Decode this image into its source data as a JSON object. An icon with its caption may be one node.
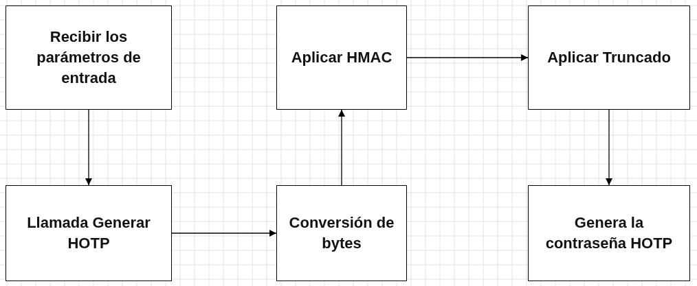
{
  "diagram": {
    "nodes": [
      {
        "text": [
          "Recibir los parámetros de entrada"
        ]
      },
      {
        "text": [
          "Aplicar HMAC"
        ]
      },
      {
        "text": [
          "Aplicar Truncado"
        ]
      },
      {
        "text": [
          "Llamada Generar HOTP"
        ]
      },
      {
        "text": [
          "Conversión de bytes"
        ]
      },
      {
        "text": [
          "Genera la contraseña HOTP"
        ]
      }
    ],
    "edges": [
      {
        "from": 0,
        "to": 3,
        "arrow": "to"
      },
      {
        "from": 3,
        "to": 4,
        "arrow": "to"
      },
      {
        "from": 4,
        "to": 1,
        "arrow": "to"
      },
      {
        "from": 1,
        "to": 2,
        "arrow": "to"
      },
      {
        "from": 2,
        "to": 5,
        "arrow": "to"
      }
    ]
  }
}
